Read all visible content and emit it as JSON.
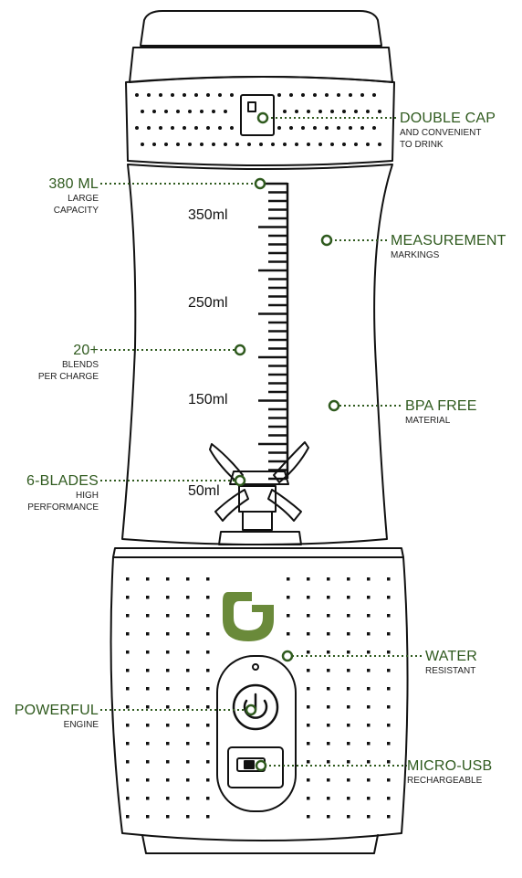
{
  "colors": {
    "accent": "#2f5a1e",
    "line": "#111111",
    "logo": "#6a8a3a"
  },
  "scale": {
    "marks": [
      "350ml",
      "250ml",
      "150ml",
      "50ml"
    ]
  },
  "callouts": {
    "double_cap": {
      "title": "DOUBLE CAP",
      "sub1": "AND CONVENIENT",
      "sub2": "TO DRINK"
    },
    "capacity": {
      "title": "380 ML",
      "sub1": "LARGE",
      "sub2": "CAPACITY"
    },
    "measurement": {
      "title": "MEASUREMENT",
      "sub1": "MARKINGS"
    },
    "blends": {
      "title": "20+",
      "sub1": "BLENDS",
      "sub2": "PER CHARGE"
    },
    "bpa": {
      "title": "BPA FREE",
      "sub1": "MATERIAL"
    },
    "blades": {
      "title": "6-BLADES",
      "sub1": "HIGH",
      "sub2": "PERFORMANCE"
    },
    "water": {
      "title": "WATER",
      "sub1": "RESISTANT"
    },
    "engine": {
      "title": "POWERFUL",
      "sub1": "ENGINE"
    },
    "usb": {
      "title": "MICRO-USB",
      "sub1": "RECHARGEABLE"
    }
  },
  "icons": {
    "logo": "leaf-g-logo",
    "power": "power-icon",
    "usb": "usb-port-icon"
  }
}
